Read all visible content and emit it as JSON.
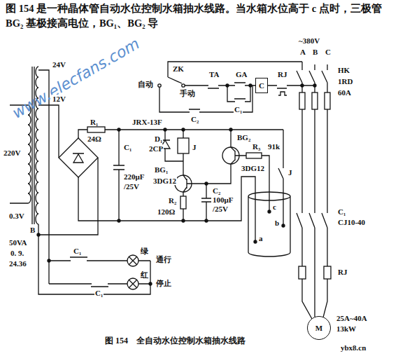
{
  "diagram": {
    "title": "图 154 是一种晶体管自动水位控制水箱抽水线路。当水箱水位高于 c 点时，三极管 BG₂ 基极接高电位，BG₁、BG₂ 导",
    "caption": "图 154　全自动水位控制水箱抽水线路",
    "nodes": [
      {
        "text": [
          "C"
        ]
      },
      {
        "text": [
          "M"
        ]
      }
    ],
    "labels": [
      "www.elecfans.com",
      "~380V",
      "A",
      "B",
      "C",
      "ZK",
      "自动",
      "手动",
      "TA",
      "GA",
      "RJ",
      "C₁",
      "C₂",
      "JRX-13F",
      "R₁",
      "24Ω",
      "D₁",
      "2CP",
      "C₁",
      "220μF",
      "/25V",
      "J",
      "BG₁",
      "3DG12",
      "R₂",
      "120Ω",
      "C₂",
      "100μF",
      "/25V",
      "BG₂",
      "3DG12",
      "R₃",
      "91k",
      "J",
      "c",
      "b",
      "a",
      "24V",
      "12V",
      "220V",
      "0.3V",
      "B",
      "50VA",
      "0. 9.",
      "24.36",
      "C₁",
      "C₁",
      "绿",
      "红",
      "通行",
      "停止",
      "HK",
      "1RD",
      "60A",
      "C₁",
      "CJ10-40",
      "RJ",
      "25A~40A",
      "13kW",
      "ybx8.cn"
    ]
  }
}
